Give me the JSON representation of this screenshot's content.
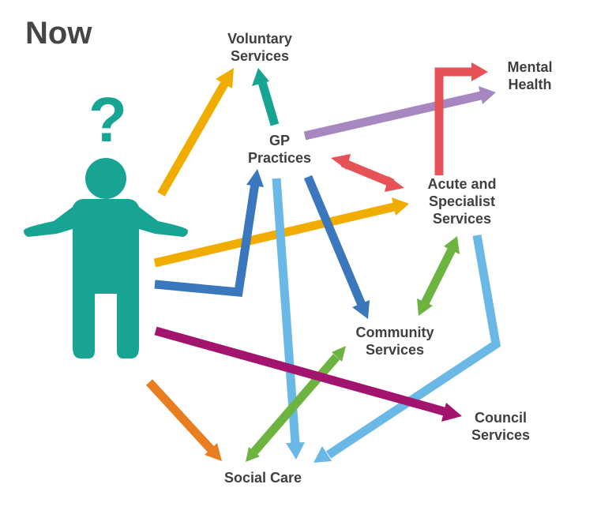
{
  "title": "Now",
  "colors": {
    "teal": "#17a493",
    "orange_yellow": "#f0ad00",
    "blue": "#3a77bd",
    "light_blue": "#6ab8e6",
    "purple": "#a687c1",
    "red": "#e75257",
    "green": "#6cb33f",
    "magenta": "#a2146e",
    "orange": "#e77e22",
    "text": "#3f3f3f"
  },
  "icons": {
    "person": "person-icon",
    "question": "question-mark-icon"
  },
  "question_mark": "?",
  "nodes": {
    "voluntary": [
      "Voluntary",
      "Services"
    ],
    "gp": [
      "GP",
      "Practices"
    ],
    "mental": [
      "Mental",
      "Health"
    ],
    "acute": [
      "Acute and",
      "Specialist",
      "Services"
    ],
    "community": [
      "Community",
      "Services"
    ],
    "council": [
      "Council",
      "Services"
    ],
    "social": [
      "Social Care"
    ]
  }
}
